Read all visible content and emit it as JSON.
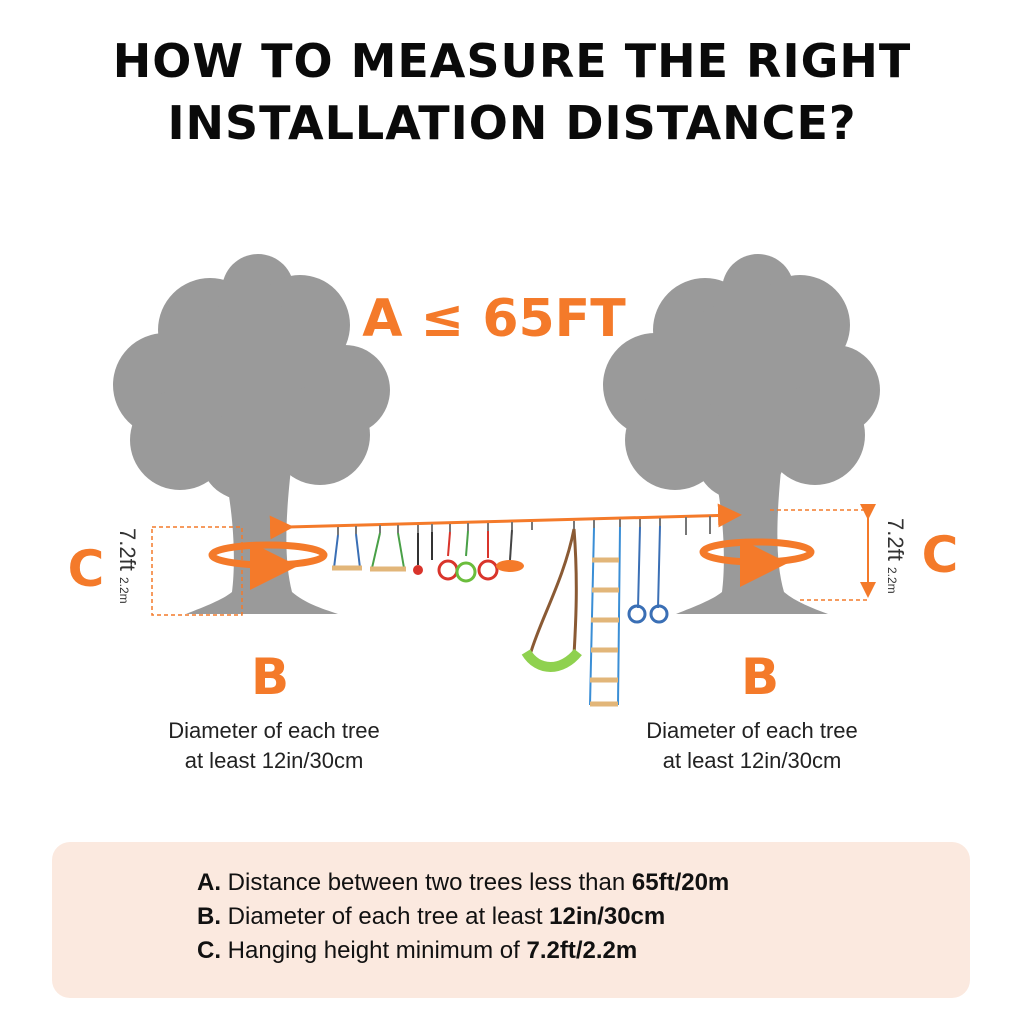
{
  "title": {
    "line1": "HOW TO MEASURE THE RIGHT",
    "line2": "INSTALLATION DISTANCE?"
  },
  "diagram": {
    "distance_label": "A ≤ 65FT",
    "left_tree": {
      "height_letter": "C",
      "height_value": "7.2ft",
      "height_value_metric": "2.2m",
      "diameter_letter": "B",
      "caption_line1": "Diameter of each tree",
      "caption_line2": "at least 12in/30cm"
    },
    "right_tree": {
      "height_letter": "C",
      "height_value": "7.2ft",
      "height_value_metric": "2.2m",
      "diameter_letter": "B",
      "caption_line1": "Diameter of each tree",
      "caption_line2": "at least 12in/30cm"
    },
    "colors": {
      "accent": "#f47a2a",
      "tree": "#9a9a9a",
      "legend_bg": "#fbe9df"
    }
  },
  "legend": [
    {
      "letter": "A.",
      "text": " Distance between two trees less than ",
      "value": "65ft/20m"
    },
    {
      "letter": "B.",
      "text": " Diameter of each tree at least ",
      "value": "12in/30cm"
    },
    {
      "letter": "C.",
      "text": " Hanging height minimum of ",
      "value": "7.2ft/2.2m"
    }
  ]
}
